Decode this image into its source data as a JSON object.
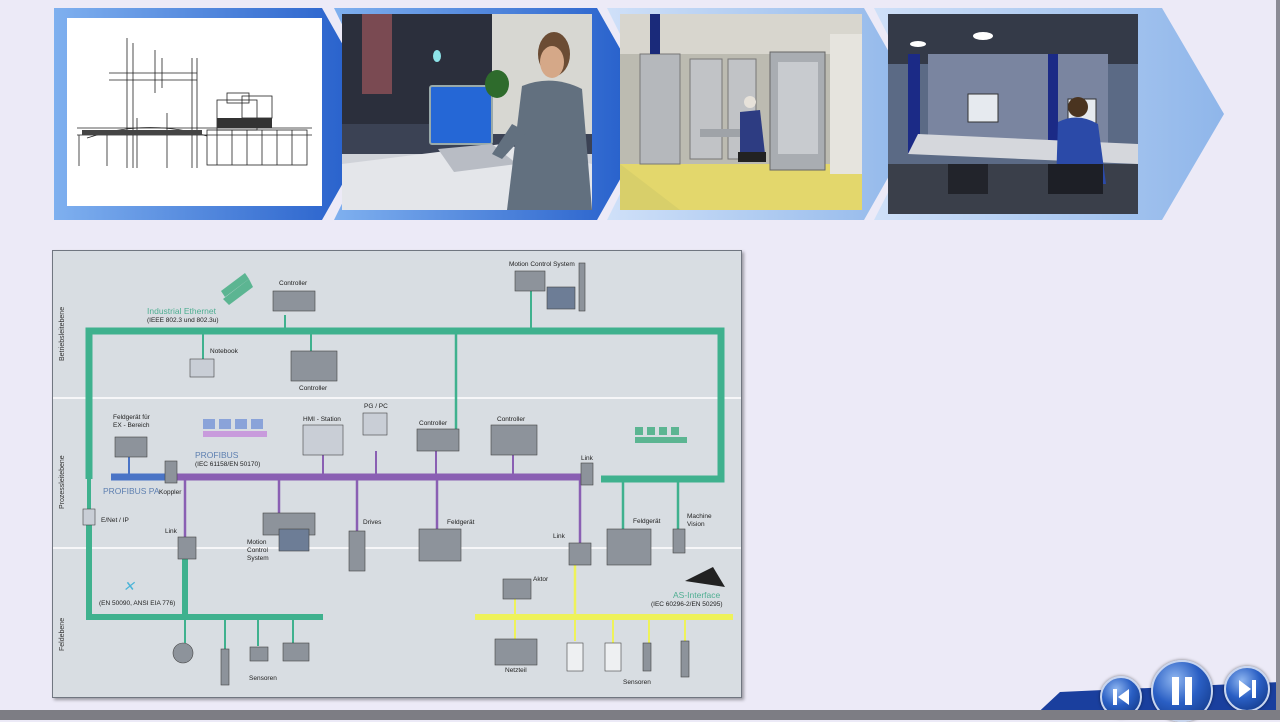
{
  "slideshow": {
    "frames": [
      {
        "name": "wireframe-plant-model"
      },
      {
        "name": "engineer-at-laptop"
      },
      {
        "name": "technician-at-control-cabinets"
      },
      {
        "name": "operator-in-control-room"
      }
    ]
  },
  "diagram": {
    "levels": [
      "Betriebsleitebene",
      "Prozessleitebene",
      "Feldebene"
    ],
    "networks": {
      "ethernet": {
        "name": "Industrial Ethernet",
        "standard": "(IEEE 802.3 und 802.3u)"
      },
      "profibus": {
        "name": "PROFIBUS",
        "standard": "(IEC 61158/EN 50170)"
      },
      "profibus_pa": {
        "name": "PROFIBUS PA"
      },
      "eib": {
        "standard": "(EN 50090, ANSI EIA 776)"
      },
      "asi": {
        "name": "AS-Interface",
        "standard": "(IEC 60296-2/EN 50295)"
      }
    },
    "devices": {
      "controller_top": "Controller",
      "motion_control_system_top": "Motion Control System",
      "notebook": "Notebook",
      "controller_mid": "Controller",
      "feldgeraet_ex": "Feldgerät für\nEX - Bereich",
      "hmi_station": "HMI - Station",
      "pg_pc": "PG / PC",
      "controller_left": "Controller",
      "controller_right": "Controller",
      "koppler": "Koppler",
      "link_right": "Link",
      "ethernet_ip": "E/Net / IP",
      "link_left": "Link",
      "motion_control_system_bottom": "Motion\nControl\nSystem",
      "drives": "Drives",
      "feldgeraet_mid": "Feldgerät",
      "link_bottom": "Link",
      "feldgeraet_right": "Feldgerät",
      "machine_vision": "Machine\nVision",
      "aktor": "Aktor",
      "netzteil": "Netzteil",
      "sensoren_left": "Sensoren",
      "sensoren_right": "Sensoren"
    },
    "colors": {
      "ethernet": "#3fb18e",
      "profibus": "#8a5fb3",
      "profibus_pa": "#4a74c6",
      "asi": "#eef25a",
      "background": "#d8dde2"
    }
  },
  "player_controls": {
    "buttons": [
      "previous",
      "pause",
      "next"
    ],
    "accent": "#1f4fb5"
  }
}
